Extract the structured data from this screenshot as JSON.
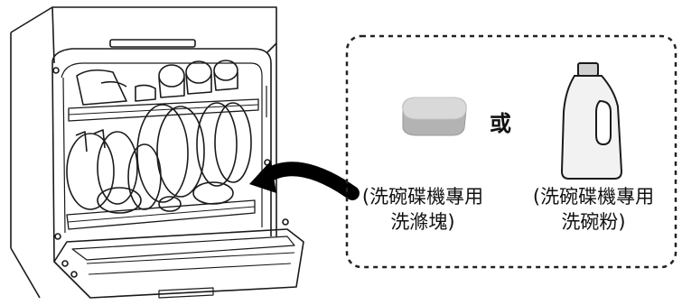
{
  "option_connector": "或",
  "detergent_options": [
    {
      "icon": "detergent-tablet-icon",
      "line1": "(洗碗碟機專用",
      "line2": "洗滌塊)"
    },
    {
      "icon": "detergent-bottle-icon",
      "line1": "(洗碗碟機專用",
      "line2": "洗碗粉)"
    }
  ],
  "colors": {
    "outline": "#1a1a1a",
    "tablet_top": "#d9d9d9",
    "tablet_side": "#b3b3b3",
    "bottle_fill": "#f2f2f2",
    "arrow": "#000000"
  }
}
